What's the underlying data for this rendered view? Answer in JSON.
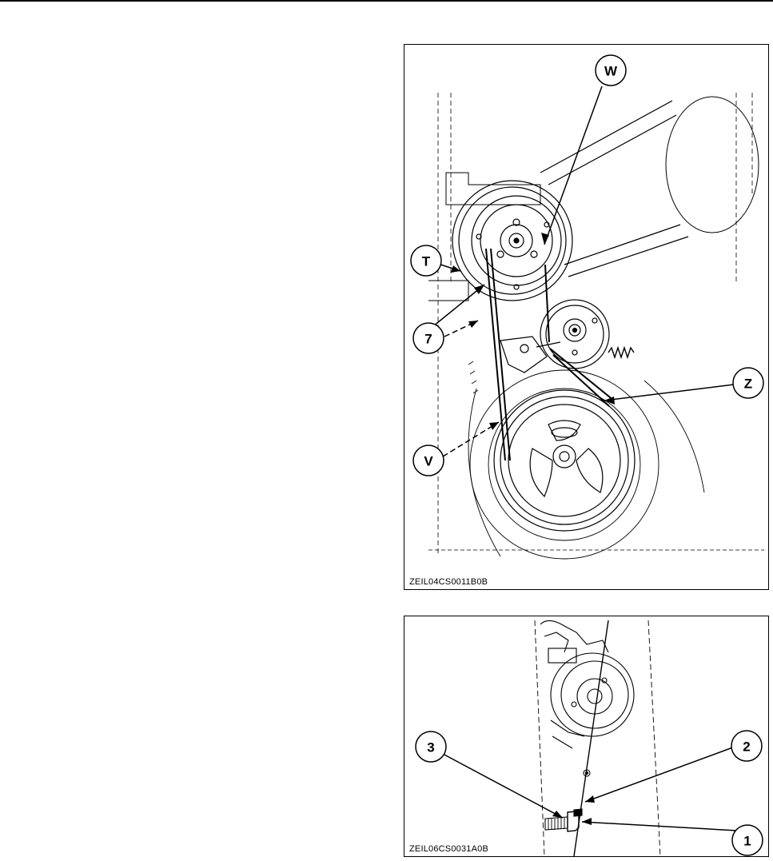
{
  "figure_1": {
    "id": "ZEIL04CS0011B0B",
    "callouts": {
      "w": "W",
      "t": "T",
      "seven": "7",
      "z": "Z",
      "v": "V"
    }
  },
  "figure_2": {
    "id": "ZEIL06CS0031A0B",
    "callouts": {
      "three": "3",
      "two": "2",
      "one": "1"
    }
  }
}
